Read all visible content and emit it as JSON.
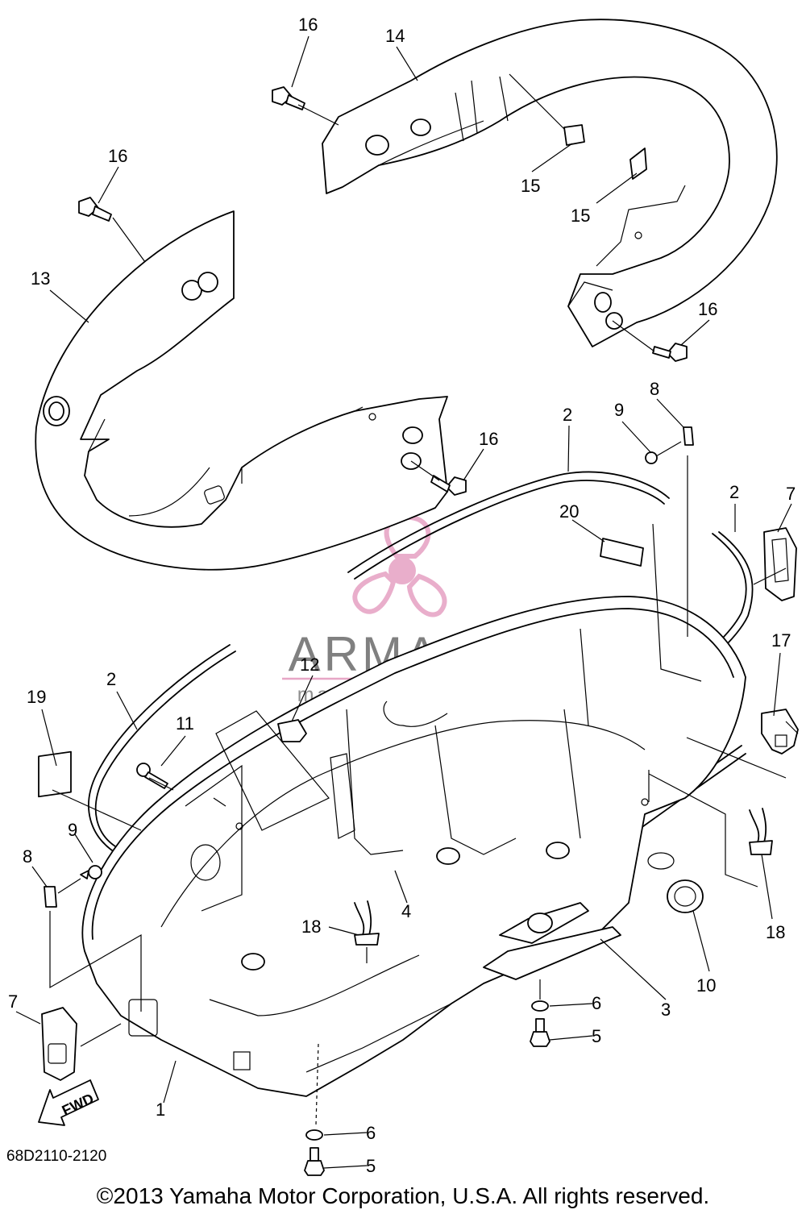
{
  "watermark": {
    "brand": "ARMADA",
    "tagline": "marine outboards",
    "accent_color": "#e7a6c6"
  },
  "fwd_label": "FWD",
  "diagram_code": "68D2110-2120",
  "copyright": "©2013 Yamaha Motor Corporation, U.S.A. All rights reserved.",
  "callouts": {
    "c16_top": "16",
    "c14": "14",
    "c16_left": "16",
    "c15_a": "15",
    "c15_b": "15",
    "c13": "13",
    "c16_right": "16",
    "c8_top": "8",
    "c9_top": "9",
    "c2_top": "2",
    "c16_mid": "16",
    "c2_right": "2",
    "c7_right": "7",
    "c20": "20",
    "c17": "17",
    "c12": "12",
    "c2_left": "2",
    "c19": "19",
    "c11": "11",
    "c9_left": "9",
    "c8_left": "8",
    "c4": "4",
    "c18_mid": "18",
    "c18_right": "18",
    "c10": "10",
    "c7_left": "7",
    "c6_right": "6",
    "c3": "3",
    "c5_right": "5",
    "c1": "1",
    "c6_bottom": "6",
    "c5_bottom": "5"
  }
}
